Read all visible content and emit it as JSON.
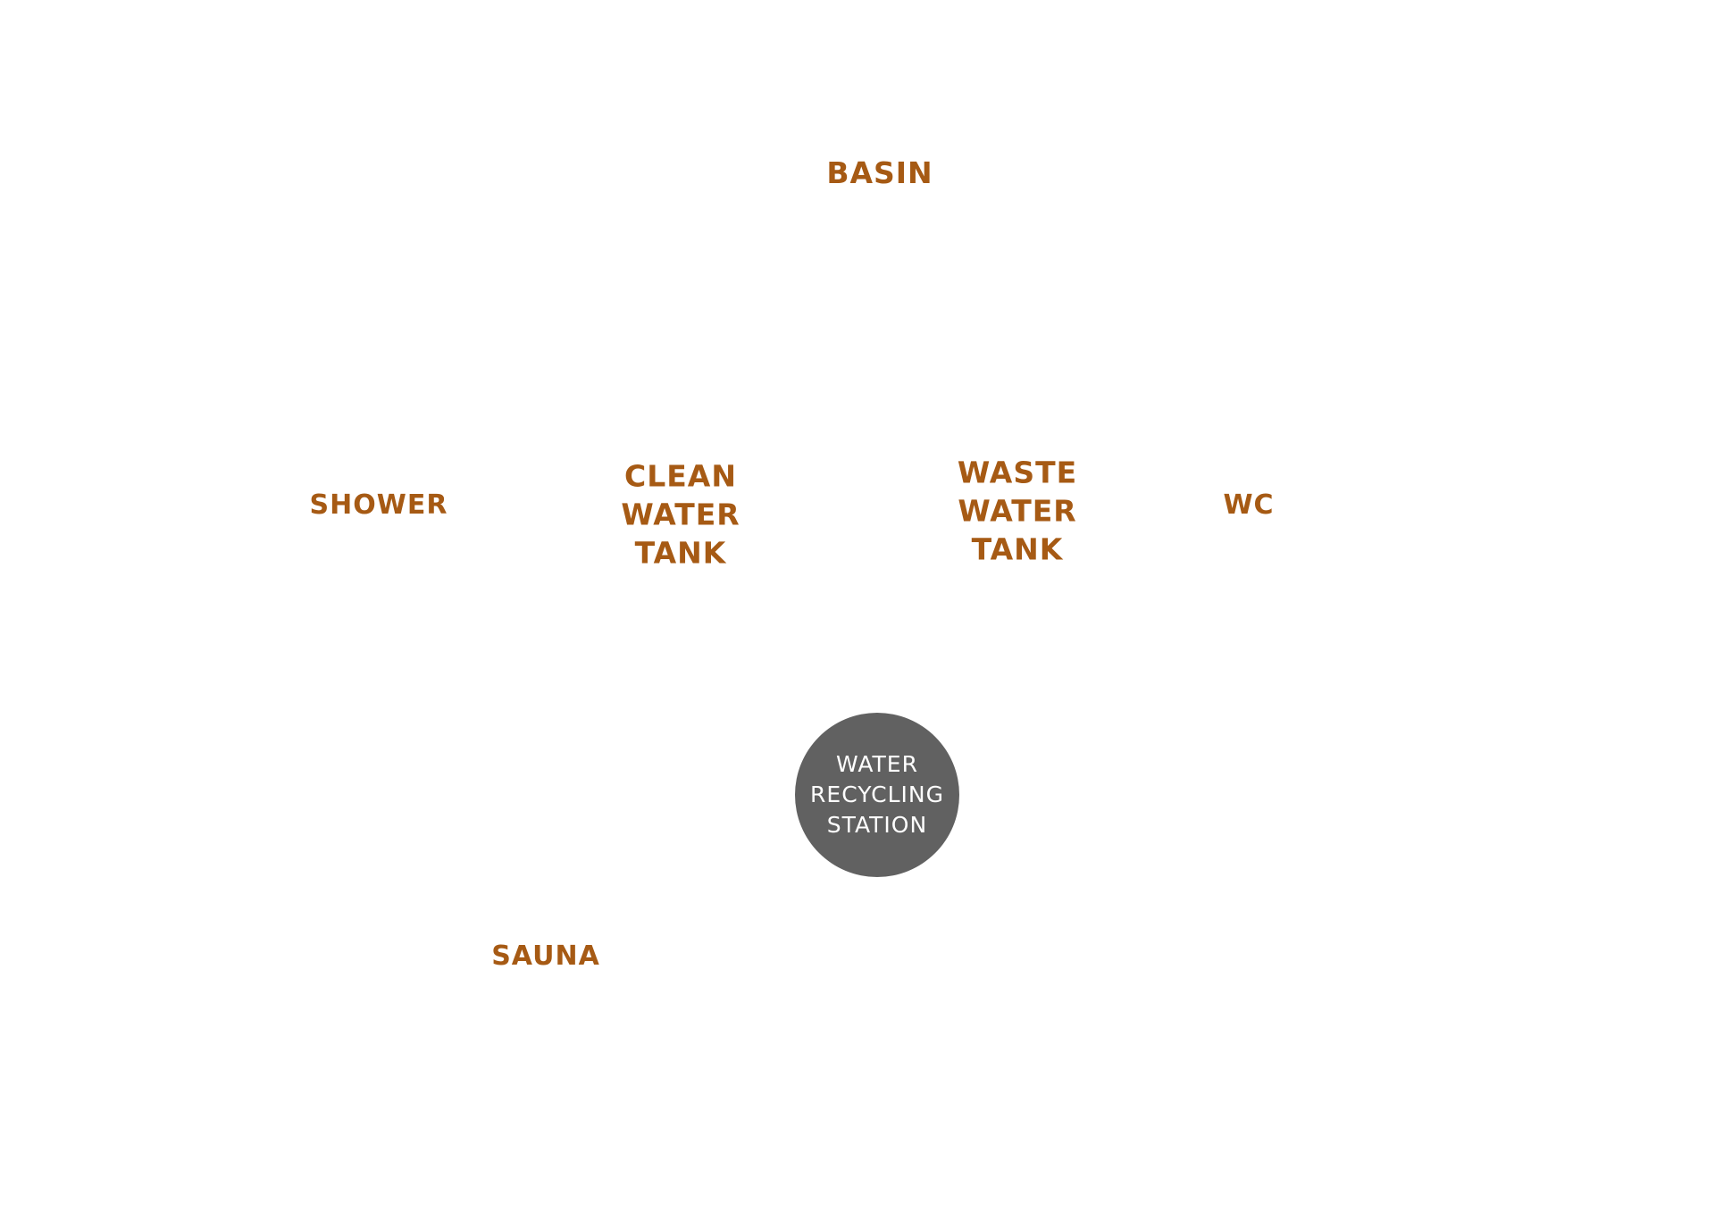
{
  "colors": {
    "label": "#a65a14",
    "station_fill": "#616161",
    "station_text": "#ffffff",
    "background": "#ffffff"
  },
  "nodes": {
    "basin": {
      "lines": [
        "BASIN"
      ]
    },
    "shower": {
      "lines": [
        "SHOWER"
      ]
    },
    "clean_water_tank": {
      "lines": [
        "CLEAN",
        "WATER",
        "TANK"
      ]
    },
    "waste_water_tank": {
      "lines": [
        "WASTE",
        "WATER",
        "TANK"
      ]
    },
    "wc": {
      "lines": [
        "WC"
      ]
    },
    "sauna": {
      "lines": [
        "SAUNA"
      ]
    },
    "water_recycling_station": {
      "lines": [
        "WATER",
        "RECYCLING",
        "STATION"
      ]
    }
  }
}
